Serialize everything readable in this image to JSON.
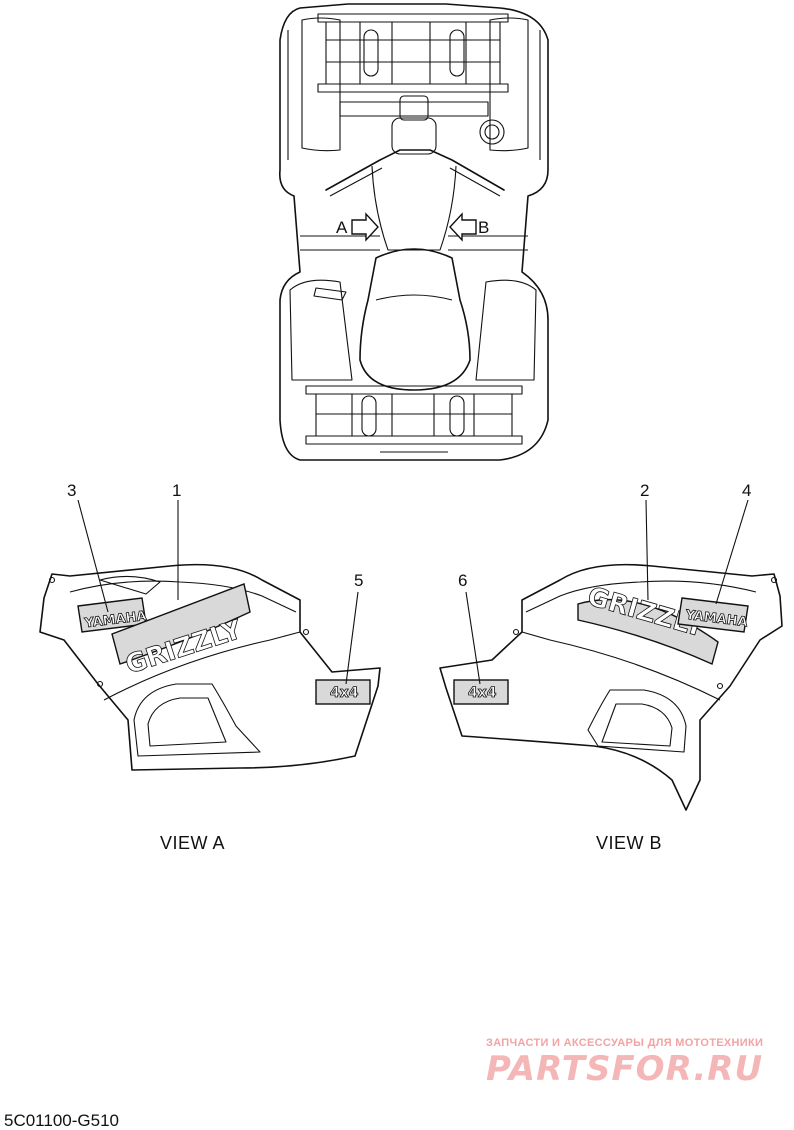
{
  "arrows": {
    "a_label": "A",
    "b_label": "B"
  },
  "callouts": {
    "c1": "1",
    "c2": "2",
    "c3": "3",
    "c4": "4",
    "c5": "5",
    "c6": "6"
  },
  "views": {
    "view_a": "VIEW A",
    "view_b": "VIEW B"
  },
  "decals": {
    "brand": "YAMAHA",
    "model": "GRIZZLY",
    "drive": "4x4"
  },
  "footer": {
    "code": "5C01100-G510"
  },
  "watermark": {
    "tagline": "ЗАПЧАСТИ И АКСЕССУАРЫ ДЛЯ МОТОТЕХНИКИ",
    "brand": "PARTSFOR.RU"
  },
  "colors": {
    "line": "#111111",
    "decal_fill": "#d9d9d9",
    "watermark": "#f4b6b6"
  }
}
